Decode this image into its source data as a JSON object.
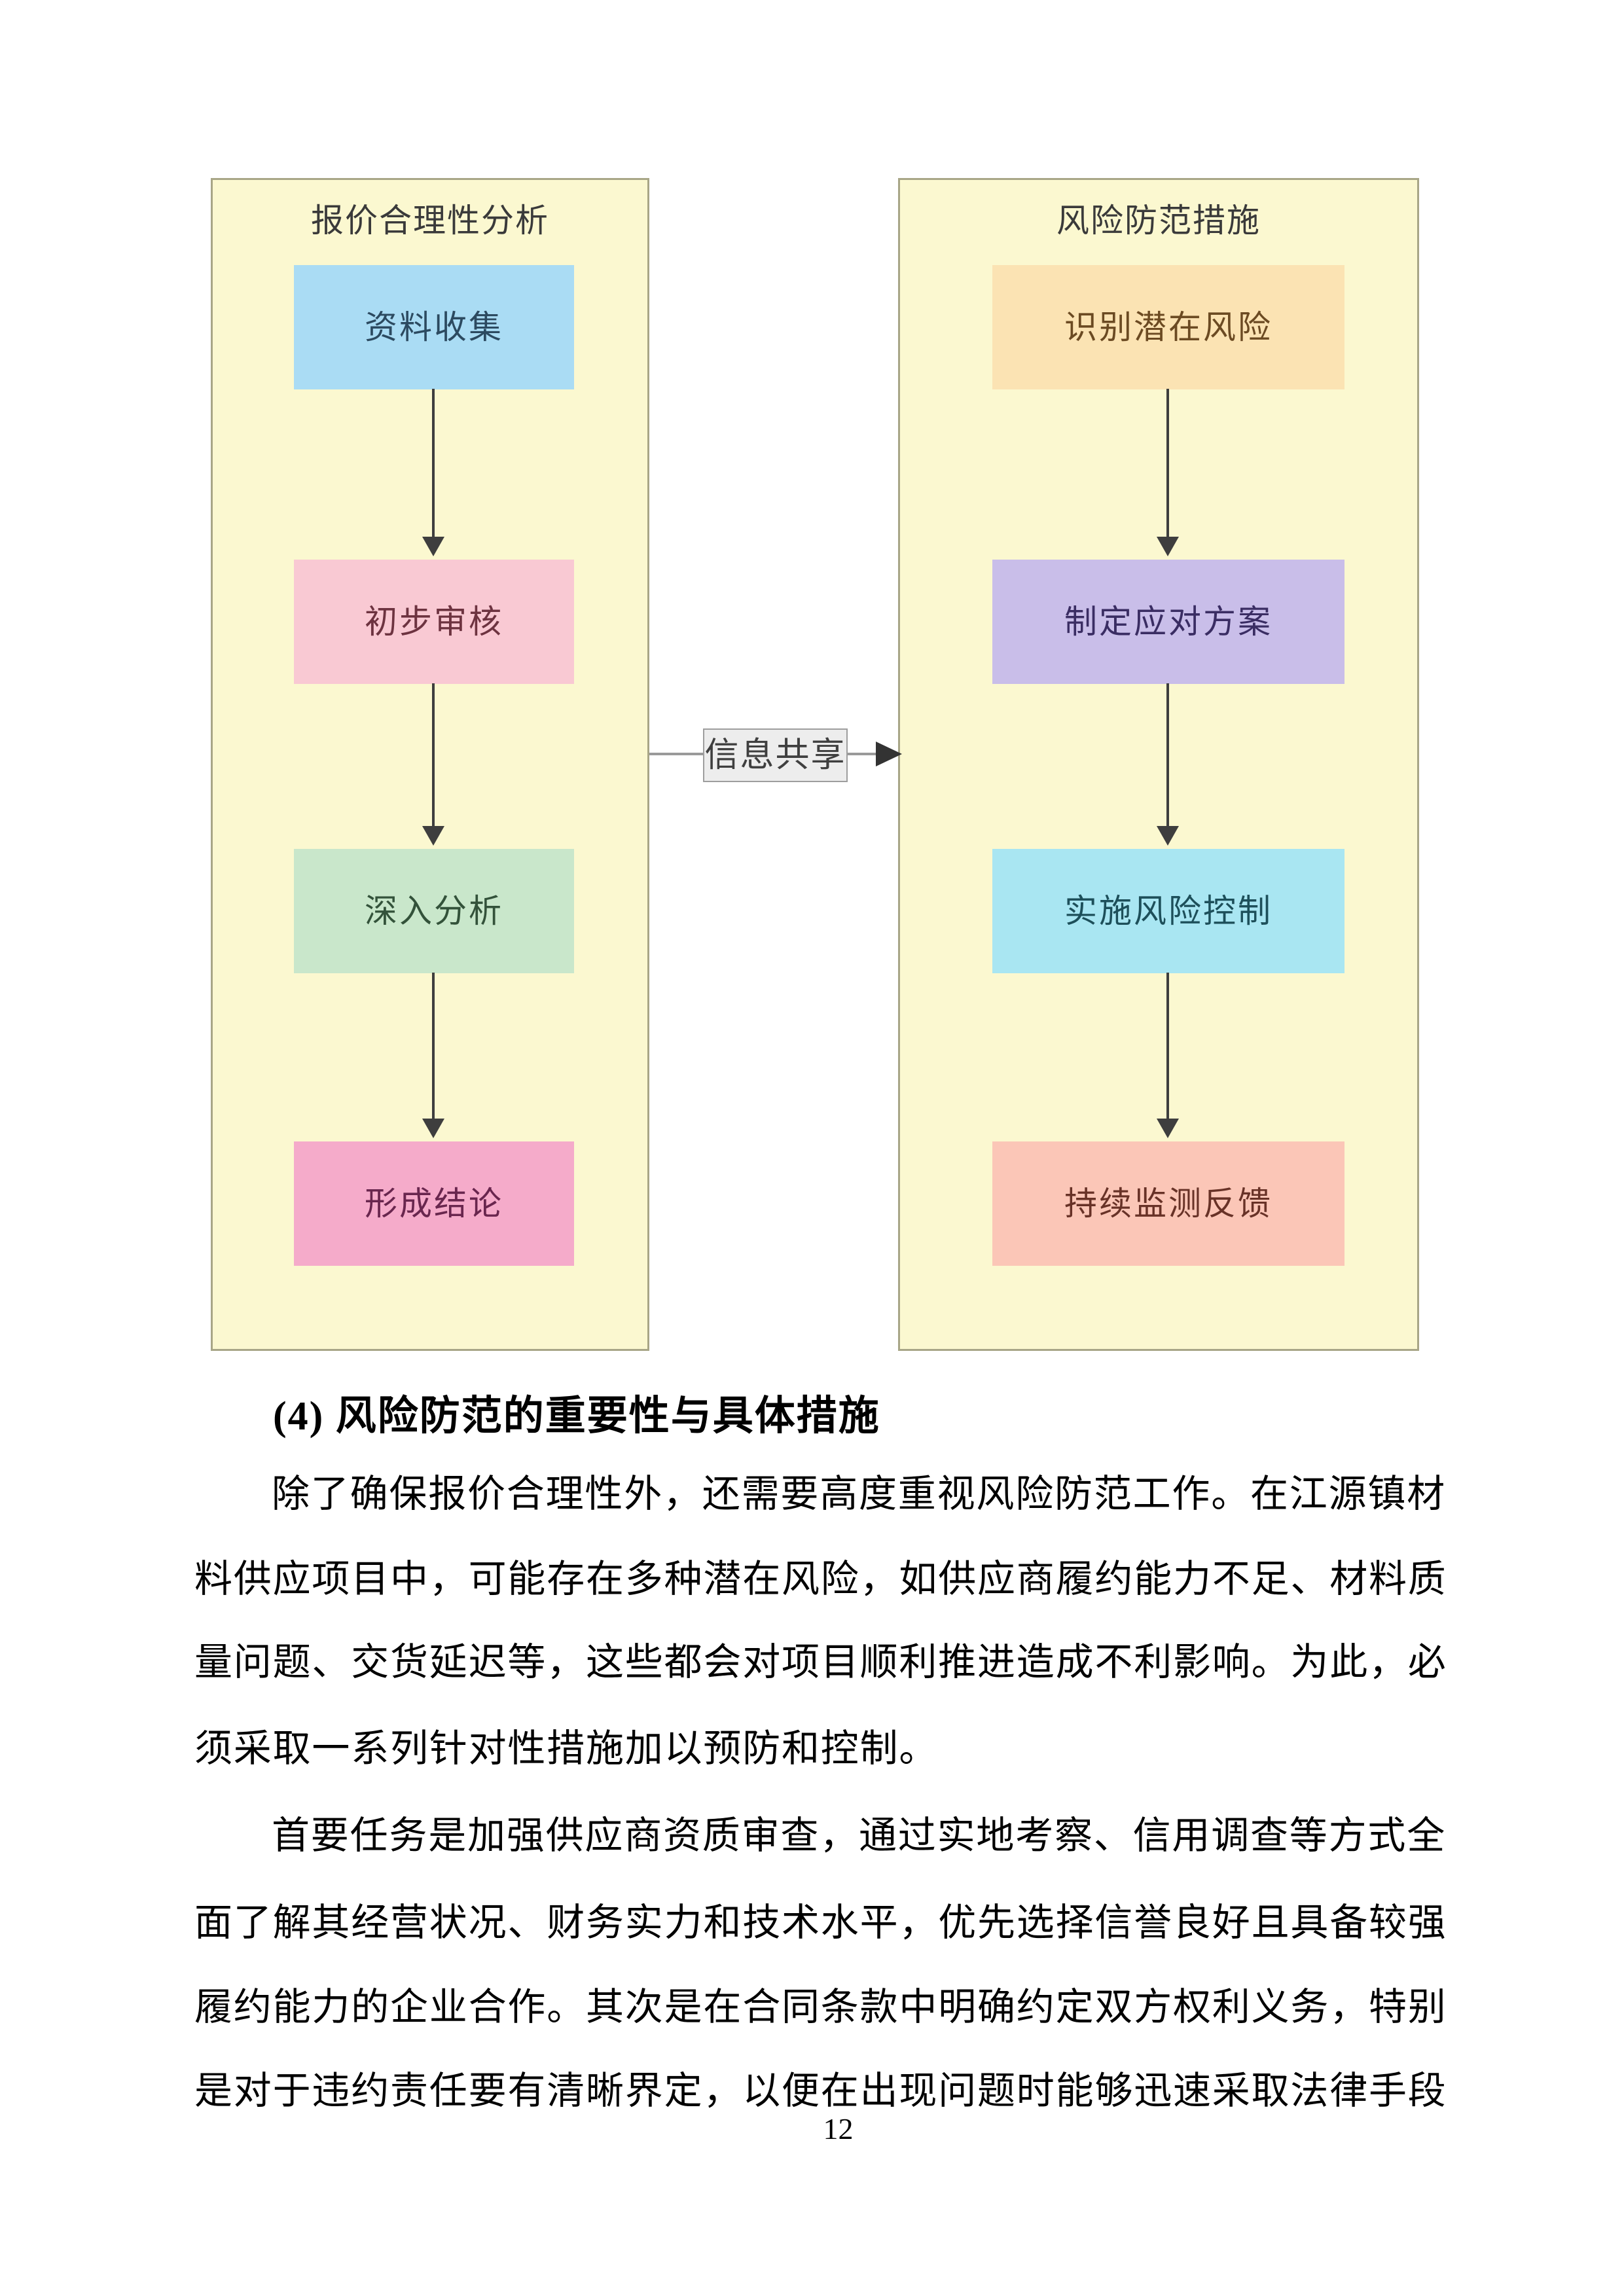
{
  "diagram": {
    "left_panel": {
      "title": "报价合理性分析",
      "nodes": [
        {
          "label": "资料收集",
          "color": "#AADCF4"
        },
        {
          "label": "初步审核",
          "color": "#F9C9D3"
        },
        {
          "label": "深入分析",
          "color": "#C9E7CB"
        },
        {
          "label": "形成结论",
          "color": "#F5ABCA"
        }
      ]
    },
    "right_panel": {
      "title": "风险防范措施",
      "nodes": [
        {
          "label": "识别潜在风险",
          "color": "#FBE3B3"
        },
        {
          "label": "制定应对方案",
          "color": "#C9BEE9"
        },
        {
          "label": "实施风险控制",
          "color": "#A9E6F2"
        },
        {
          "label": "持续监测反馈",
          "color": "#FBC6B7"
        }
      ]
    },
    "connector_label": "信息共享"
  },
  "content": {
    "heading": "(4) 风险防范的重要性与具体措施",
    "lines": [
      {
        "text": "除了确保报价合理性外，还需要高度重视风险防范工作。在江源镇材",
        "indent": true
      },
      {
        "text": "料供应项目中，可能存在多种潜在风险，如供应商履约能力不足、材料质",
        "indent": false
      },
      {
        "text": "量问题、交货延迟等，这些都会对项目顺利推进造成不利影响。为此，必",
        "indent": false
      },
      {
        "text": "须采取一系列针对性措施加以预防和控制。",
        "indent": false
      },
      {
        "text": "首要任务是加强供应商资质审查，通过实地考察、信用调查等方式全",
        "indent": true
      },
      {
        "text": "面了解其经营状况、财务实力和技术水平，优先选择信誉良好且具备较强",
        "indent": false
      },
      {
        "text": "履约能力的企业合作。其次是在合同条款中明确约定双方权利义务，特别",
        "indent": false
      },
      {
        "text": "是对于违约责任要有清晰界定，以便在出现问题时能够迅速采取法律手段",
        "indent": false
      }
    ]
  },
  "page_number": "12",
  "colors": {
    "panel_background": "#FBF8D0",
    "panel_border": "#A8A687",
    "arrow": "#3E3E3E",
    "connector_line": "#9A9A9A",
    "connector_label_background": "#EDEDED"
  }
}
